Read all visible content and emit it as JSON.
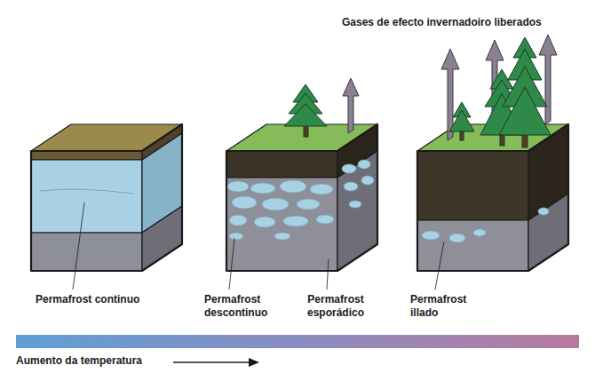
{
  "diagram": {
    "labels": [
      "Gases de efecto invernadoiro liberados",
      "Permafrost continuo",
      "Permafrost descontinuo",
      "Permafrost esporádico",
      "Permafrost illado",
      "Aumento da temperatura"
    ]
  }
}
